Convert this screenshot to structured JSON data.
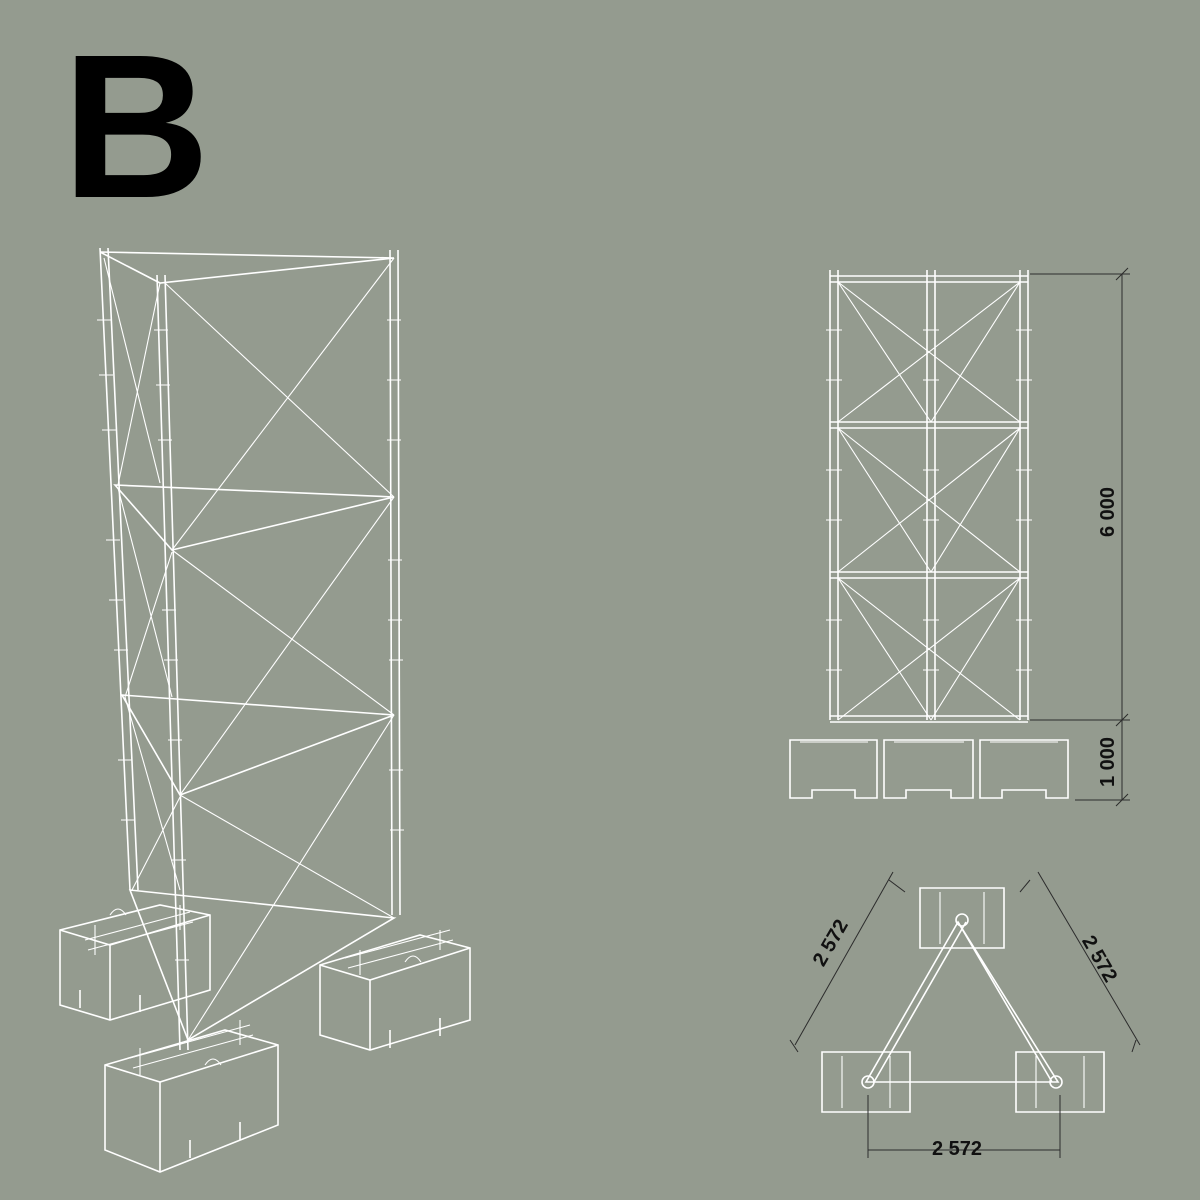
{
  "panel_label": "B",
  "dimensions": {
    "height_upper": "6 000",
    "height_lower": "1 000",
    "side_left": "2 572",
    "side_right": "2 572",
    "side_bottom": "2 572"
  },
  "colors": {
    "background": "#949b8f",
    "linework": "#ffffff",
    "dimension_lines": "#2c2c2c",
    "label": "#000000"
  }
}
